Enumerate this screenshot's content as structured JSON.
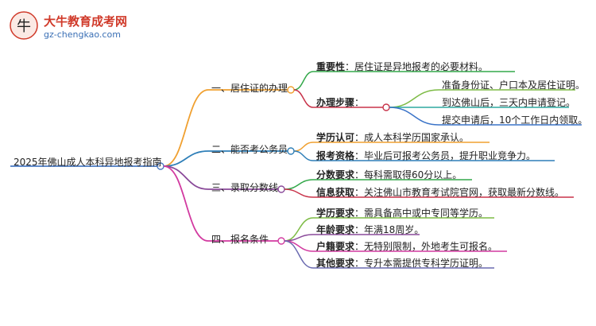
{
  "logo": {
    "brand": "大牛教育成考网",
    "url": "gz-chengkao.com"
  },
  "root": {
    "label": "2025年佛山成人本科异地报考指南",
    "color": "#4a79c2"
  },
  "branches": [
    {
      "label": "一、居住证的办理",
      "color": "#f0a030",
      "children": [
        {
          "lead": "重要性",
          "sep": "：",
          "text": "居住证是异地报考的必要材料。",
          "color": "#33a84a"
        },
        {
          "lead": "办理步骤",
          "sep": "：",
          "text": "",
          "color": "#c8334a",
          "children": [
            {
              "text": "准备身份证、户口本及居住证明。",
              "color": "#7dbb45"
            },
            {
              "text": "到达佛山后，三天内申请登记。",
              "color": "#2fa8a0"
            },
            {
              "text": "提交申请后，10个工作日内领取。",
              "color": "#3a73c8"
            }
          ]
        }
      ]
    },
    {
      "label": "二、能否考公务员",
      "color": "#2f7fb8",
      "children": [
        {
          "lead": "学历认可",
          "sep": "：",
          "text": "成人本科学历国家承认。",
          "color": "#f0a030"
        },
        {
          "lead": "报考资格",
          "sep": "：",
          "text": "毕业后可报考公务员，提升职业竞争力。",
          "color": "#2f7fb8"
        }
      ]
    },
    {
      "label": "三、录取分数线",
      "color": "#8a4a9a",
      "children": [
        {
          "lead": "分数要求",
          "sep": "：",
          "text": "每科需取得60分以上。",
          "color": "#33a84a"
        },
        {
          "lead": "信息获取",
          "sep": "：",
          "text": "关注佛山市教育考试院官网，获取最新分数线。",
          "color": "#c8334a"
        }
      ]
    },
    {
      "label": "四、报名条件",
      "color": "#d23aa0",
      "children": [
        {
          "lead": "学历要求",
          "sep": "：",
          "text": "需具备高中或中专同等学历。",
          "color": "#7dbb45"
        },
        {
          "lead": "年龄要求",
          "sep": "：",
          "text": "年满18周岁。",
          "color": "#8a4a9a"
        },
        {
          "lead": "户籍要求",
          "sep": "：",
          "text": "无特别限制，外地考生可报名。",
          "color": "#d23aa0"
        },
        {
          "lead": "其他要求",
          "sep": "：",
          "text": "专升本需提供专科学历证明。",
          "color": "#6a6ab0"
        }
      ]
    }
  ]
}
